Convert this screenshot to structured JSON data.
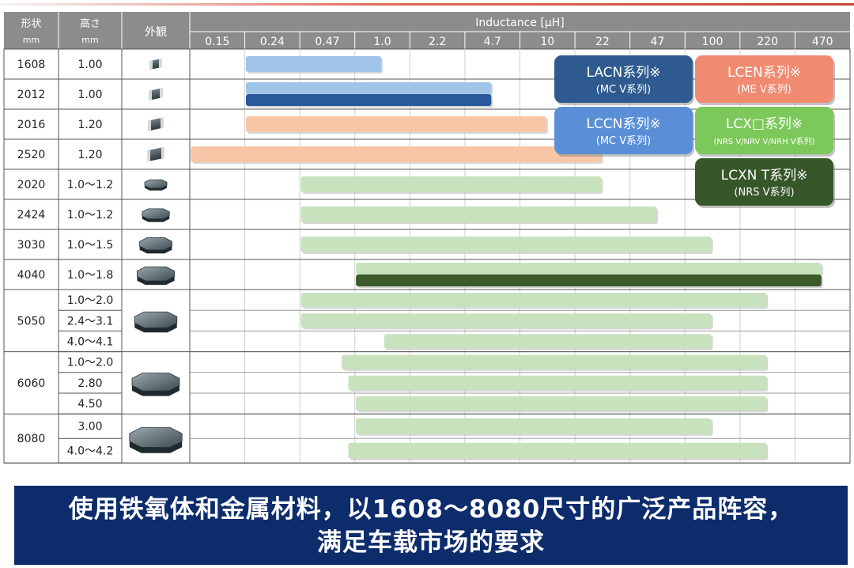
{
  "header": {
    "shape_label": "形状",
    "shape_unit": "mm",
    "height_label": "高さ",
    "height_unit": "mm",
    "appearance_label": "外観",
    "inductance_label": "Inductance [μH]"
  },
  "colors": {
    "LACN": "#9fc4e8",
    "LACN_dark": "#2a5a9c",
    "LCEN": "#f6c6a6",
    "LCX": "#c8e2bd",
    "LCXN_T": "#3d5a2a",
    "header_bg": "#8c8c8c",
    "banner_bg": "#0d2c6c"
  },
  "chart_data": {
    "type": "bar",
    "orientation": "horizontal-range",
    "x_axis": {
      "label": "Inductance [μH]",
      "scale": "log",
      "ticks": [
        "0.15",
        "0.24",
        "0.47",
        "1.0",
        "2.2",
        "4.7",
        "10",
        "22",
        "47",
        "100",
        "220",
        "470"
      ]
    },
    "groups": [
      {
        "shape": "1608",
        "rows": [
          {
            "height": "1.00",
            "bars": [
              {
                "series": "LACN",
                "from": "0.24",
                "to": "1.0"
              }
            ]
          }
        ]
      },
      {
        "shape": "2012",
        "rows": [
          {
            "height": "1.00",
            "bars": [
              {
                "series": "LACN",
                "from": "0.24",
                "to": "4.7"
              },
              {
                "series": "LACN_dark",
                "from": "0.24",
                "to": "4.7"
              }
            ]
          }
        ]
      },
      {
        "shape": "2016",
        "rows": [
          {
            "height": "1.20",
            "bars": [
              {
                "series": "LCEN",
                "from": "0.24",
                "to": "10"
              }
            ]
          }
        ]
      },
      {
        "shape": "2520",
        "rows": [
          {
            "height": "1.20",
            "bars": [
              {
                "series": "LCEN",
                "from": "0.15",
                "to": "22"
              }
            ]
          }
        ]
      },
      {
        "shape": "2020",
        "rows": [
          {
            "height": "1.0～1.2",
            "bars": [
              {
                "series": "LCX",
                "from": "0.47",
                "to": "22"
              }
            ]
          }
        ]
      },
      {
        "shape": "2424",
        "rows": [
          {
            "height": "1.0～1.2",
            "bars": [
              {
                "series": "LCX",
                "from": "0.47",
                "to": "47"
              }
            ]
          }
        ]
      },
      {
        "shape": "3030",
        "rows": [
          {
            "height": "1.0～1.5",
            "bars": [
              {
                "series": "LCX",
                "from": "0.47",
                "to": "100"
              }
            ]
          }
        ]
      },
      {
        "shape": "4040",
        "rows": [
          {
            "height": "1.0～1.8",
            "bars": [
              {
                "series": "LCX",
                "from": "1.0",
                "to": "470"
              },
              {
                "series": "LCXN_T",
                "from": "1.0",
                "to": "470"
              }
            ]
          }
        ]
      },
      {
        "shape": "5050",
        "rows": [
          {
            "height": "1.0～2.0",
            "bars": [
              {
                "series": "LCX",
                "from": "0.47",
                "to": "220"
              }
            ]
          },
          {
            "height": "2.4～3.1",
            "bars": [
              {
                "series": "LCX",
                "from": "0.47",
                "to": "100"
              }
            ]
          },
          {
            "height": "4.0～4.1",
            "bars": [
              {
                "series": "LCX",
                "from": "1.5",
                "to": "100"
              }
            ]
          }
        ]
      },
      {
        "shape": "6060",
        "rows": [
          {
            "height": "1.0～2.0",
            "bars": [
              {
                "series": "LCX",
                "from": "0.82",
                "to": "220"
              }
            ]
          },
          {
            "height": "2.80",
            "bars": [
              {
                "series": "LCX",
                "from": "0.9",
                "to": "220"
              }
            ]
          },
          {
            "height": "4.50",
            "bars": [
              {
                "series": "LCX",
                "from": "1.0",
                "to": "220"
              }
            ]
          }
        ]
      },
      {
        "shape": "8080",
        "rows": [
          {
            "height": "3.00",
            "bars": [
              {
                "series": "LCX",
                "from": "1.0",
                "to": "100"
              }
            ]
          },
          {
            "height": "4.0～4.2",
            "bars": [
              {
                "series": "LCX",
                "from": "0.9",
                "to": "220"
              }
            ]
          }
        ]
      }
    ],
    "legend": [
      {
        "series": "LACN",
        "title": "LACN系列※",
        "subtitle": "(MC V系列)",
        "color": "#2f5a8f"
      },
      {
        "series": "LCEN",
        "title": "LCEN系列※",
        "subtitle": "(ME V系列)",
        "color": "#f08a70"
      },
      {
        "series": "LACN",
        "title": "LCCN系列※",
        "subtitle": "(MC V系列)",
        "color": "#5a8fd8"
      },
      {
        "series": "LCX",
        "title": "LCX□系列※",
        "subtitle": "(NRS V/NRV V/NRH V系列)",
        "color": "#7cc85a"
      },
      {
        "series": "LCXN_T",
        "title": "LCXN T系列※",
        "subtitle": "(NRS V系列)",
        "color": "#36572a"
      }
    ]
  },
  "banner": {
    "line1": "使用铁氧体和金属材料，以1608～8080尺寸的广泛产品阵容，",
    "line2": "满足车载市场的要求"
  }
}
